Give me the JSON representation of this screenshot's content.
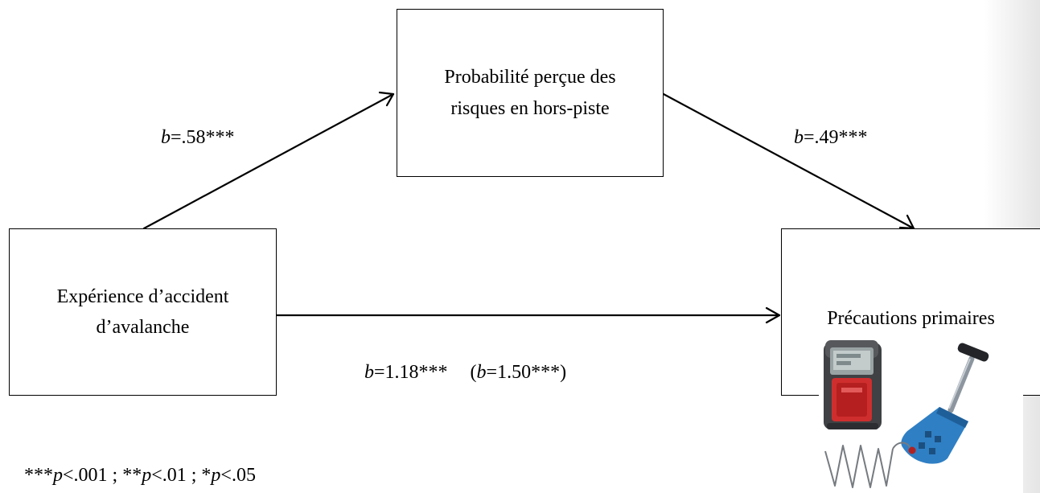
{
  "diagram": {
    "type": "mediation-model",
    "boxes": {
      "mediator": {
        "line1": "Probabilité perçue des",
        "line2": "risques en hors-piste"
      },
      "predictor": {
        "line1": "Expérience d’accident",
        "line2": "d’avalanche"
      },
      "outcome": {
        "label": "Précautions primaires"
      }
    },
    "paths": {
      "a": {
        "symbol": "b",
        "value": "=.58***"
      },
      "b": {
        "symbol": "b",
        "value": "=.49***"
      },
      "c_prime": {
        "symbol": "b",
        "value": "=1.18***",
        "total_open": "(",
        "total_symbol": "b",
        "total_value": "=1.50***)"
      }
    },
    "significance_note": [
      {
        "stars": "***",
        "symbol": "p",
        "rest": "<.001 ; "
      },
      {
        "stars": "**",
        "symbol": "p",
        "rest": "<.01 ; "
      },
      {
        "stars": "*",
        "symbol": "p",
        "rest": "<.05"
      }
    ],
    "illustration": {
      "items": [
        "avalanche-transceiver",
        "avalanche-shovel",
        "avalanche-probe"
      ]
    }
  }
}
